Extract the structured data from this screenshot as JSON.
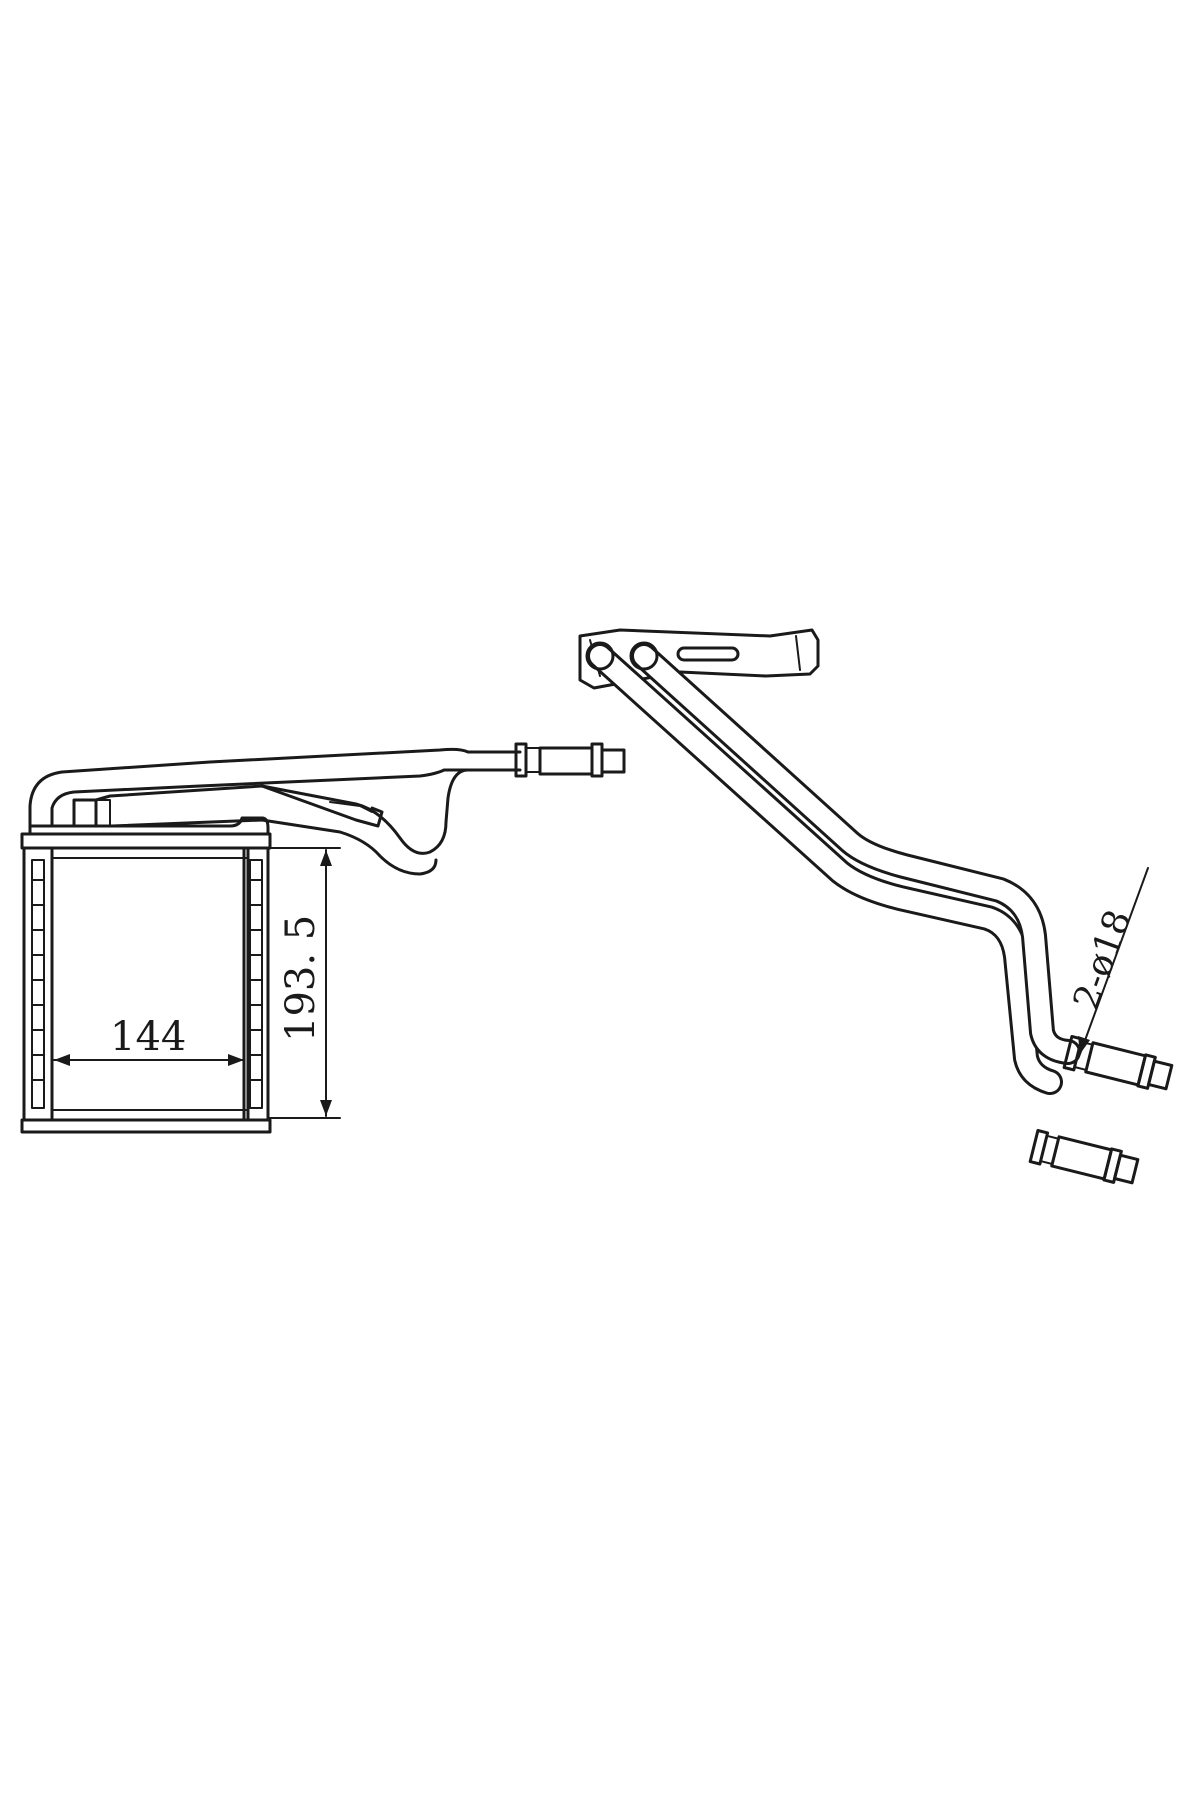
{
  "diagram": {
    "dimensions": {
      "core_width": "144",
      "core_height": "193. 5",
      "pipe_diameter": "2-ø18"
    },
    "colors": {
      "ink": "#1a1a1a",
      "background": "#ffffff"
    }
  }
}
